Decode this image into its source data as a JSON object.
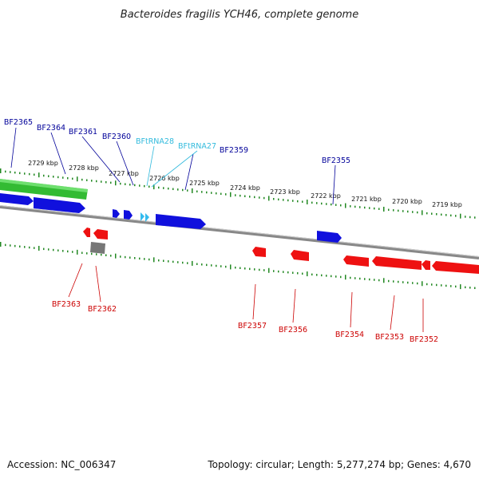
{
  "title": "Bacteroides fragilis YCH46, complete genome",
  "footer": {
    "accession": "Accession: NC_006347",
    "summary": "Topology: circular; Length: 5,277,274 bp; Genes: 4,670"
  },
  "colors": {
    "forward_gene": "#1010dd",
    "reverse_gene": "#ee1111",
    "trna": "#33bbee",
    "pseudo": "#777777",
    "region": "#33bb33",
    "tick": "#228822",
    "backbone": "#888888",
    "label_forward": "#000099",
    "label_reverse": "#cc0000",
    "label_trna": "#33bbdd"
  },
  "kbp_labels": [
    "2729 kbp",
    "2728 kbp",
    "2727 kbp",
    "2726 kbp",
    "2725 kbp",
    "2724 kbp",
    "2723 kbp",
    "2722 kbp",
    "2721 kbp",
    "2720 kbp",
    "2719 kbp"
  ],
  "forward_labels": [
    "BF2365",
    "BF2364",
    "BF2361",
    "BF2360",
    "BFtRNA28",
    "BFtRNA27",
    "BF2359",
    "BF2355"
  ],
  "reverse_labels": [
    "BF2363",
    "BF2362",
    "BF2357",
    "BF2356",
    "BF2354",
    "BF2353",
    "BF2352"
  ]
}
